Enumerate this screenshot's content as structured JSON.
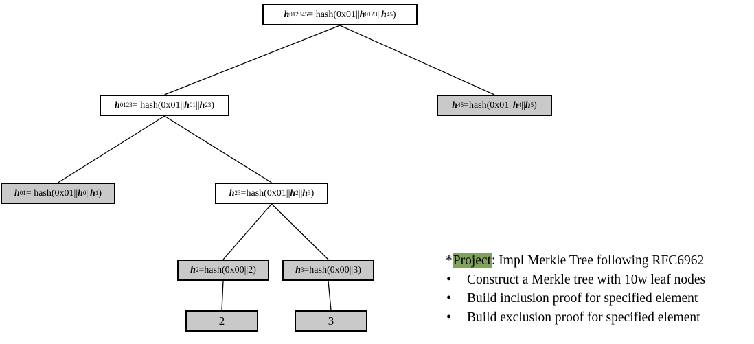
{
  "tree": {
    "nodes": [
      {
        "id": "root",
        "shade": "white",
        "parts": [
          {
            "t": "h",
            "s": "012345"
          },
          {
            "t": "= hash(0x01||"
          },
          {
            "t": "h",
            "s": "0123"
          },
          {
            "t": "||"
          },
          {
            "t": "h",
            "s": "45"
          },
          {
            "t": ")"
          }
        ]
      },
      {
        "id": "n0123",
        "shade": "white",
        "parts": [
          {
            "t": "h",
            "s": "0123"
          },
          {
            "t": "= hash(0x01||"
          },
          {
            "t": "h",
            "s": "01"
          },
          {
            "t": "||"
          },
          {
            "t": "h",
            "s": "23"
          },
          {
            "t": ")"
          }
        ]
      },
      {
        "id": "n45",
        "shade": "gray",
        "parts": [
          {
            "t": "h",
            "s": "45"
          },
          {
            "t": "=hash(0x01||"
          },
          {
            "t": "h",
            "s": "4"
          },
          {
            "t": "||"
          },
          {
            "t": "h",
            "s": "5"
          },
          {
            "t": ")"
          }
        ]
      },
      {
        "id": "n01",
        "shade": "gray",
        "parts": [
          {
            "t": "h",
            "s": "01"
          },
          {
            "t": "= hash(0x01||"
          },
          {
            "t": "h",
            "s": "0"
          },
          {
            "t": "||"
          },
          {
            "t": "h",
            "s": "1"
          },
          {
            "t": ")"
          }
        ]
      },
      {
        "id": "n23",
        "shade": "white",
        "parts": [
          {
            "t": "h",
            "s": "23"
          },
          {
            "t": "=hash(0x01||"
          },
          {
            "t": "h",
            "s": "2"
          },
          {
            "t": "||"
          },
          {
            "t": "h",
            "s": "3"
          },
          {
            "t": ")"
          }
        ]
      },
      {
        "id": "n2",
        "shade": "gray",
        "parts": [
          {
            "t": "h",
            "s": "2"
          },
          {
            "t": "=hash(0x00||2)"
          }
        ]
      },
      {
        "id": "n3",
        "shade": "gray",
        "parts": [
          {
            "t": "h",
            "s": "3"
          },
          {
            "t": "=hash(0x00||3)"
          }
        ]
      },
      {
        "id": "leaf2",
        "shade": "gray",
        "parts": [
          {
            "t": "2"
          }
        ]
      },
      {
        "id": "leaf3",
        "shade": "gray",
        "parts": [
          {
            "t": "3"
          }
        ]
      }
    ],
    "edges": [
      [
        "root",
        "n0123"
      ],
      [
        "root",
        "n45"
      ],
      [
        "n0123",
        "n01"
      ],
      [
        "n0123",
        "n23"
      ],
      [
        "n23",
        "n2"
      ],
      [
        "n23",
        "n3"
      ],
      [
        "n2",
        "leaf2"
      ],
      [
        "n3",
        "leaf3"
      ]
    ]
  },
  "notes": {
    "prefix": "*",
    "highlight": "Project",
    "title_rest": ": Impl Merkle Tree following RFC6962",
    "highlight_color": "#7fa35b",
    "bullet": "•",
    "bullets": [
      "Construct a Merkle tree with 10w leaf nodes",
      "Build inclusion proof for specified element",
      "Build exclusion proof for specified element"
    ]
  }
}
